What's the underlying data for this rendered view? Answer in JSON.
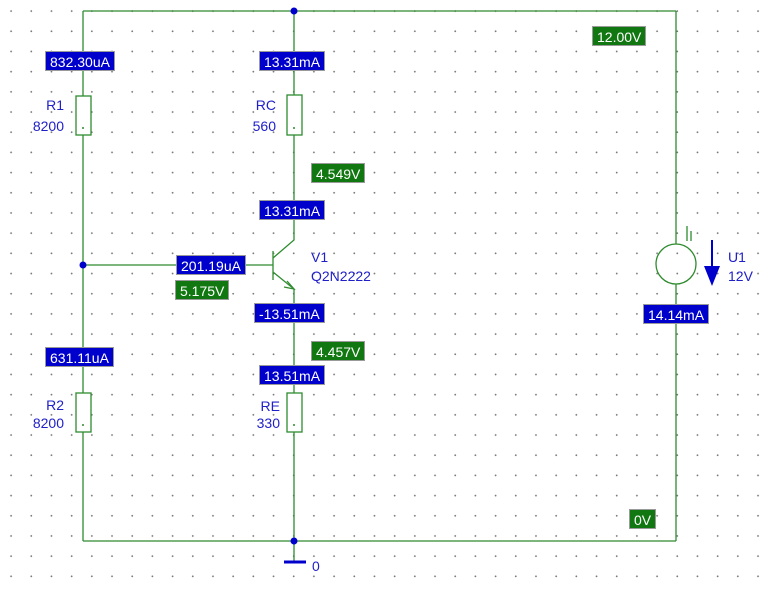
{
  "colors": {
    "wire": "#2e8b2e",
    "component": "#2e8b2e",
    "current_tag": "#0000cc",
    "voltage_tag": "#117711",
    "text": "#2020c8",
    "node_dot": "#0000cc"
  },
  "components": {
    "r1": {
      "name": "R1",
      "value": "8200"
    },
    "r2": {
      "name": "R2",
      "value": "8200"
    },
    "rc": {
      "name": "RC",
      "value": "560"
    },
    "re": {
      "name": "RE",
      "value": "330"
    },
    "q1": {
      "name": "V1",
      "model": "Q2N2222"
    },
    "u1": {
      "name": "U1",
      "value": "12V"
    },
    "ground": {
      "name": "0"
    }
  },
  "currents": {
    "r1": "832.30uA",
    "rc_top": "13.31mA",
    "collector": "13.31mA",
    "base": "201.19uA",
    "emitter": "-13.51mA",
    "re_top": "13.51mA",
    "r2": "631.11uA",
    "source": "14.14mA"
  },
  "voltages": {
    "supply": "12.00V",
    "collector": "4.549V",
    "base": "5.175V",
    "emitter": "4.457V",
    "ground": "0V"
  }
}
